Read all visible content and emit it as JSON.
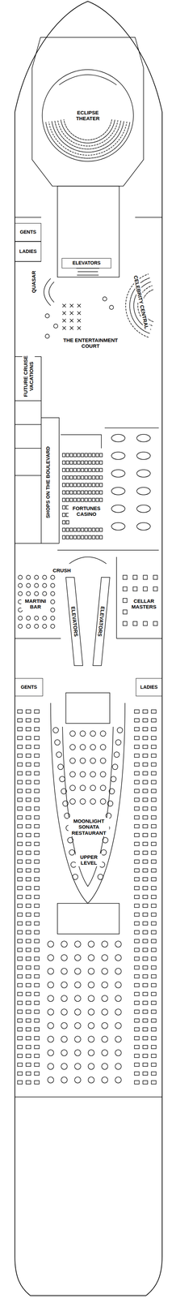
{
  "diagram": {
    "nodes": [
      {
        "text": [
          "GENTS"
        ]
      },
      {
        "text": [
          "LADIES"
        ]
      },
      {
        "text": [
          "ELEVATORS"
        ]
      },
      {
        "text": [
          "GENTS"
        ]
      },
      {
        "text": [
          "LADIES"
        ]
      }
    ],
    "labels": [
      "ECLIPSE THEATER",
      "QUASAR",
      "THE ENTERTAINMENT COURT",
      "CELEBRITY CENTRAL",
      "FUTURE CRUISE VACATIONS",
      "SHOPS ON THE BOULEVARD",
      "FORTUNES CASINO",
      "CRUSH",
      "MARTINI BAR",
      "ELEVATORS",
      "ELEVATORS",
      "CELLAR MASTERS",
      "MOONLIGHT SONATA RESTAURANT",
      "UPPER LEVEL"
    ]
  }
}
